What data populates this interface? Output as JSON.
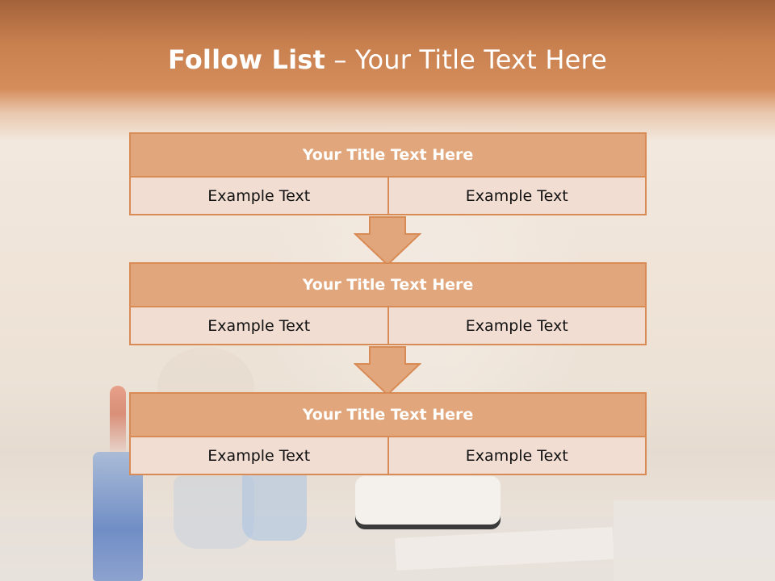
{
  "slide": {
    "title_bold": "Follow List",
    "title_rest": " – Your Title Text Here"
  },
  "blocks": [
    {
      "header": "Your Title Text Here",
      "left": "Example Text",
      "right": "Example Text"
    },
    {
      "header": "Your Title Text Here",
      "left": "Example Text",
      "right": "Example Text"
    },
    {
      "header": "Your Title Text Here",
      "left": "Example Text",
      "right": "Example Text"
    }
  ],
  "colors": {
    "header_fill": "#e1a67b",
    "border": "#d98b55",
    "cell_fill": "#f2ddd2",
    "top_band": "#c8804f"
  },
  "icons": [
    "down-arrow-icon"
  ]
}
